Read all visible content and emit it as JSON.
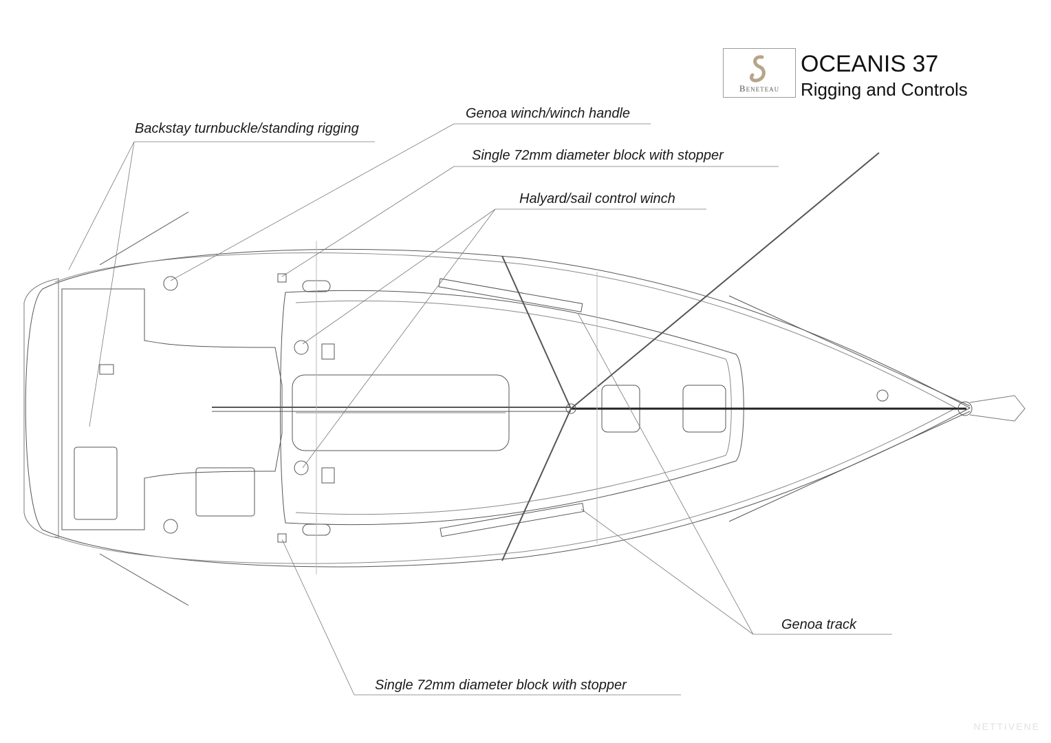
{
  "title": {
    "model": "OCEANIS 37",
    "subtitle": "Rigging and Controls",
    "brand": "Beneteau",
    "logo_icon": "seahorse-logo-icon"
  },
  "callouts": [
    {
      "id": "backstay",
      "label": "Backstay turnbuckle/standing rigging"
    },
    {
      "id": "genoa-winch",
      "label": "Genoa winch/winch handle"
    },
    {
      "id": "block-top",
      "label": "Single 72mm diameter block with stopper"
    },
    {
      "id": "halyard-winch",
      "label": "Halyard/sail control winch"
    },
    {
      "id": "genoa-track",
      "label": "Genoa track"
    },
    {
      "id": "block-bottom",
      "label": "Single 72mm diameter block with stopper"
    }
  ],
  "watermark": "NETTIVENE",
  "colors": {
    "line": "#555555",
    "accent": "#b7a58a",
    "background": "#ffffff"
  }
}
